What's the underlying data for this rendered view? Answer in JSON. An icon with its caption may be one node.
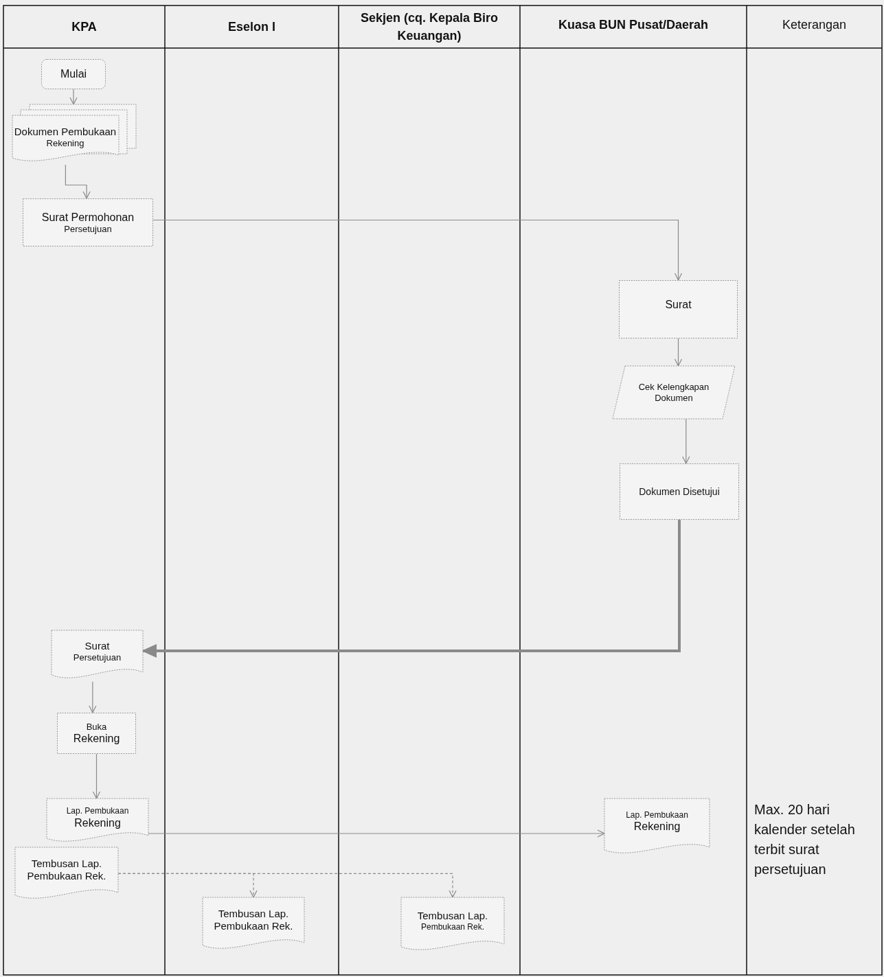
{
  "diagram": {
    "nodes": [
      {
        "text": [
          "Mulai"
        ]
      },
      {
        "text": [
          "Dokumen Pembukaan",
          "Rekening"
        ]
      },
      {
        "text": [
          "Surat Permohonan",
          "Persetujuan"
        ]
      },
      {
        "text": [
          "Surat"
        ]
      },
      {
        "text": [
          "Cek Kelengkapan Dokumen"
        ]
      },
      {
        "text": [
          "Dokumen Disetujui"
        ]
      },
      {
        "text": [
          "Surat",
          "Persetujuan"
        ]
      },
      {
        "text": [
          "Buka",
          "Rekening"
        ]
      },
      {
        "text": [
          "Lap. Pembukaan",
          "Rekening"
        ]
      },
      {
        "text": [
          "Tembusan Lap. Pembukaan Rek."
        ]
      },
      {
        "text": [
          "Lap. Pembukaan",
          "Rekening"
        ]
      },
      {
        "text": [
          "Tembusan Lap. Pembukaan Rek."
        ]
      },
      {
        "text": [
          "Tembusan Lap.",
          "Pembukaan Rek."
        ]
      }
    ],
    "edges": [
      {
        "from": 0,
        "to": 1,
        "arrow": "to"
      },
      {
        "from": 1,
        "to": 2,
        "arrow": "to"
      },
      {
        "from": 2,
        "to": 3,
        "arrow": "to"
      },
      {
        "from": 3,
        "to": 4,
        "arrow": "to"
      },
      {
        "from": 4,
        "to": 5,
        "arrow": "to"
      },
      {
        "from": 5,
        "to": 6,
        "arrow": "to",
        "style": "thick"
      },
      {
        "from": 6,
        "to": 7,
        "arrow": "to"
      },
      {
        "from": 7,
        "to": 8,
        "arrow": "to"
      },
      {
        "from": 8,
        "to": 10,
        "arrow": "to"
      },
      {
        "from": 9,
        "to": 11,
        "arrow": "to",
        "style": "dashed"
      },
      {
        "from": 9,
        "to": 12,
        "arrow": "to",
        "style": "dashed"
      }
    ],
    "labels": [
      "KPA",
      "Eselon I",
      "Sekjen (cq. Kepala Biro Keuangan)",
      "Kuasa BUN Pusat/Daerah",
      "Keterangan",
      "Max. 20 hari kalender setelah terbit surat persetujuan"
    ]
  }
}
